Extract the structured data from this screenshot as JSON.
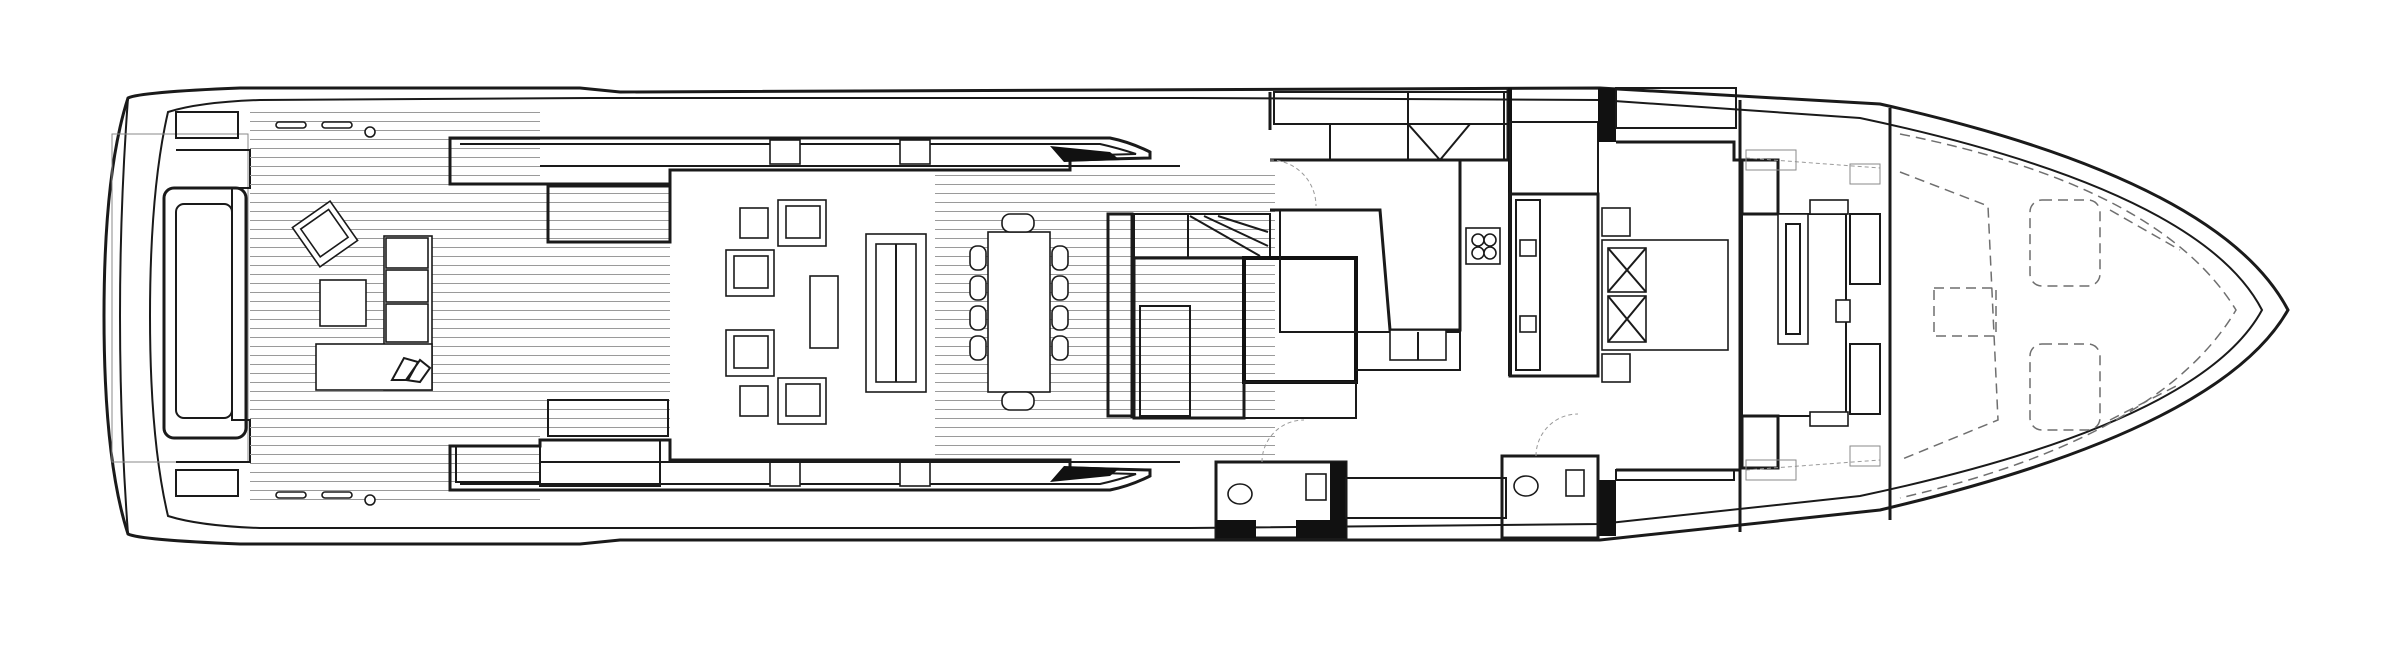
{
  "drawing": {
    "kind": "yacht main deck general arrangement plan",
    "colors": {
      "line": "#1a1a1a",
      "wall_fill": "#111111",
      "deck_hatch": "#8a8a8a",
      "dashed_overhead": "#6f6f6f",
      "background": "#ffffff"
    },
    "zones": [
      "swim-platform",
      "aft-deck",
      "aft-sofa",
      "deck-access-stair",
      "salon",
      "dining",
      "galley",
      "interior-stair",
      "crew-heads",
      "owner-cabin",
      "foredeck"
    ],
    "visible_text": []
  }
}
